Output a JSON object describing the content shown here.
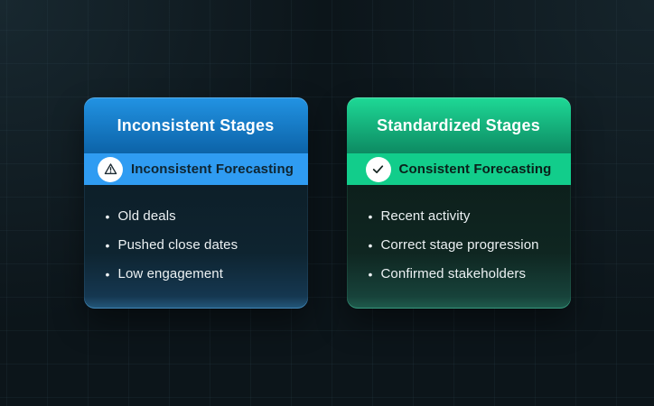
{
  "colors": {
    "page_bg": "#0c151a",
    "header_text": "#ffffff",
    "body_text": "#ecf1f3",
    "blue_header_top": "#2293e3",
    "blue_header_bottom": "#0c63a8",
    "blue_band": "#2f9cf2",
    "blue_band_text": "#0e2531",
    "green_header_top": "#1ed996",
    "green_header_bottom": "#0d8a62",
    "green_band": "#12cd8b",
    "green_band_text": "#0a201a"
  },
  "cards": [
    {
      "title": "Inconsistent Stages",
      "band": {
        "icon": "warning-icon",
        "label": "Inconsistent Forecasting"
      },
      "items": [
        "Old deals",
        "Pushed close dates",
        "Low engagement"
      ]
    },
    {
      "title": "Standardized Stages",
      "band": {
        "icon": "check-icon",
        "label": "Consistent Forecasting"
      },
      "items": [
        "Recent activity",
        "Correct stage progression",
        "Confirmed stakeholders"
      ]
    }
  ]
}
